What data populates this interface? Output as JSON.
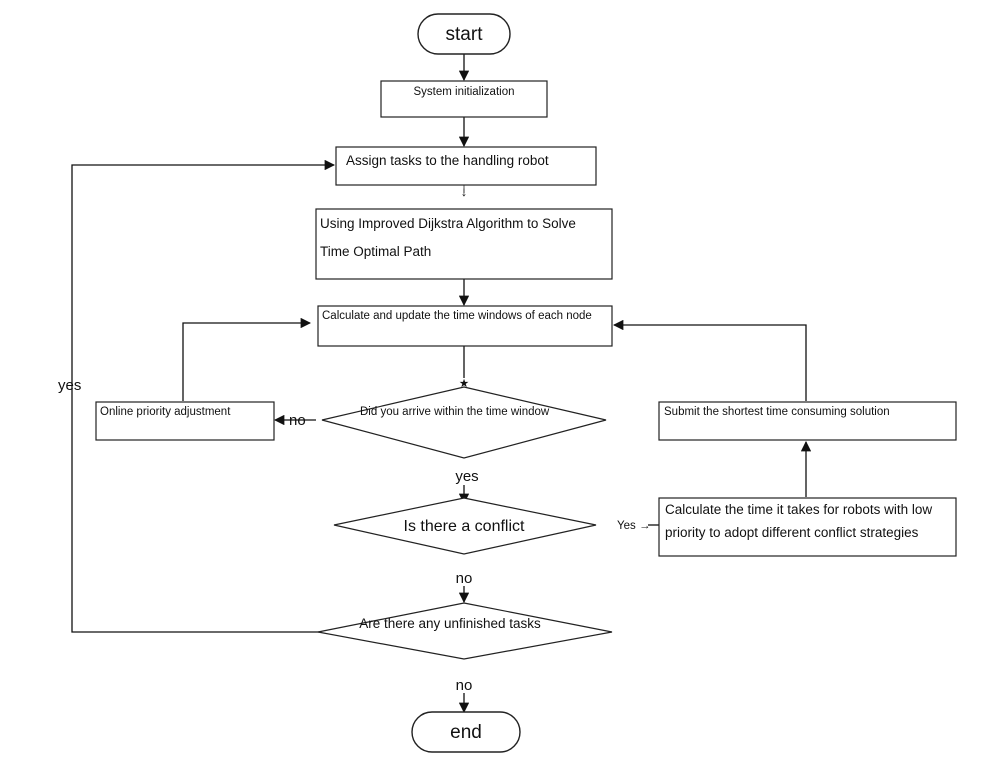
{
  "nodes": {
    "start": "start",
    "init": "System initialization",
    "assign": "Assign tasks to the handling robot",
    "dijkstra_line1": "Using Improved Dijkstra Algorithm to Solve",
    "dijkstra_line2": "Time Optimal Path",
    "update_windows": "Calculate and update the time windows of each node",
    "arrive_decision": "Did you arrive within the time window",
    "priority_adjust": "Online priority adjustment",
    "submit_solution": "Submit the shortest time consuming solution",
    "conflict_decision": "Is there a conflict",
    "calc_time_line1": "Calculate the time it takes for robots with low",
    "calc_time_line2": "priority to adopt different conflict strategies",
    "unfinished_decision": "Are there any unfinished tasks",
    "end": "end"
  },
  "edge_labels": {
    "loop_yes": "yes",
    "arrive_no": "no",
    "arrive_yes": "yes",
    "conflict_yes": "Yes →",
    "conflict_no": "no",
    "unfinished_no": "no"
  },
  "marks": {
    "small_arrow": "↓",
    "star": "★"
  }
}
